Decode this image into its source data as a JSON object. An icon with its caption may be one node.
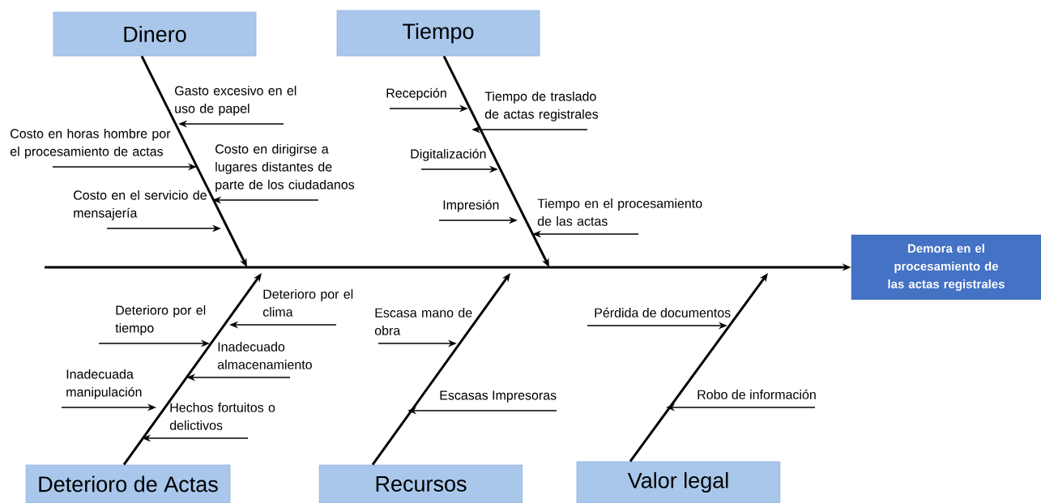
{
  "diagram": {
    "nodes": [
      {
        "text": [
          "Dinero"
        ]
      },
      {
        "text": [
          "Tiempo"
        ]
      },
      {
        "text": [
          "Gasto excesivo en el uso de papel"
        ]
      },
      {
        "text": [
          "Costo en horas hombre por el procesamiento de actas"
        ]
      },
      {
        "text": [
          "Costo en dirigirse a lugares distantes de parte de los ciudadanos"
        ]
      },
      {
        "text": [
          "Costo en el servicio de mensajería"
        ]
      },
      {
        "text": [
          "Recepción"
        ]
      },
      {
        "text": [
          "Tiempo de traslado de actas registrales"
        ]
      },
      {
        "text": [
          "Digitalización"
        ]
      },
      {
        "text": [
          "Impresión"
        ]
      },
      {
        "text": [
          "Tiempo en el procesamiento de las actas"
        ]
      },
      {
        "text": [
          "Demora en el procesamiento de las actas registrales"
        ]
      },
      {
        "text": [
          "Deterioro por el tiempo"
        ]
      },
      {
        "text": [
          "Deterioro por el clima"
        ]
      },
      {
        "text": [
          "Inadecuado almacenamiento"
        ]
      },
      {
        "text": [
          "Inadecuada manipulación"
        ]
      },
      {
        "text": [
          "Hechos fortuitos o delictivos"
        ]
      },
      {
        "text": [
          "Escasa mano de obra"
        ]
      },
      {
        "text": [
          "Escasas Impresoras"
        ]
      },
      {
        "text": [
          "Pérdida de documentos"
        ]
      },
      {
        "text": [
          "Robo de información"
        ]
      },
      {
        "text": [
          "Deterioro de Actas"
        ]
      },
      {
        "text": [
          "Recursos"
        ]
      },
      {
        "text": [
          "Valor legal"
        ]
      }
    ],
    "edges": [
      {
        "from": 0,
        "to": null,
        "arrow": "to"
      },
      {
        "from": 1,
        "to": null,
        "arrow": "to"
      },
      {
        "from": 21,
        "to": 13,
        "arrow": "to"
      },
      {
        "from": 22,
        "to": null,
        "arrow": "to"
      },
      {
        "from": 23,
        "to": null,
        "arrow": "to"
      },
      {
        "from": null,
        "to": 11,
        "arrow": "to"
      },
      {
        "from": null,
        "to": 2,
        "arrow": "to"
      },
      {
        "from": 3,
        "to": null,
        "arrow": "to"
      },
      {
        "from": null,
        "to": 4,
        "arrow": "to"
      },
      {
        "from": 5,
        "to": null,
        "arrow": "to"
      },
      {
        "from": 6,
        "to": null,
        "arrow": "to"
      },
      {
        "from": null,
        "to": 7,
        "arrow": "to"
      },
      {
        "from": null,
        "to": 8,
        "arrow": "to"
      },
      {
        "from": 9,
        "to": null,
        "arrow": "to"
      },
      {
        "from": null,
        "to": 10,
        "arrow": "to"
      },
      {
        "from": null,
        "to": 12,
        "arrow": "to"
      },
      {
        "from": 13,
        "to": 14,
        "arrow": "to"
      },
      {
        "from": 14,
        "to": 16,
        "arrow": "to"
      },
      {
        "from": null,
        "to": 15,
        "arrow": "to"
      },
      {
        "from": 16,
        "to": null,
        "arrow": "to"
      },
      {
        "from": null,
        "to": 17,
        "arrow": "to"
      },
      {
        "from": 18,
        "to": null,
        "arrow": "to"
      },
      {
        "from": null,
        "to": 19,
        "arrow": "to"
      },
      {
        "from": 20,
        "to": null,
        "arrow": "to"
      }
    ]
  }
}
